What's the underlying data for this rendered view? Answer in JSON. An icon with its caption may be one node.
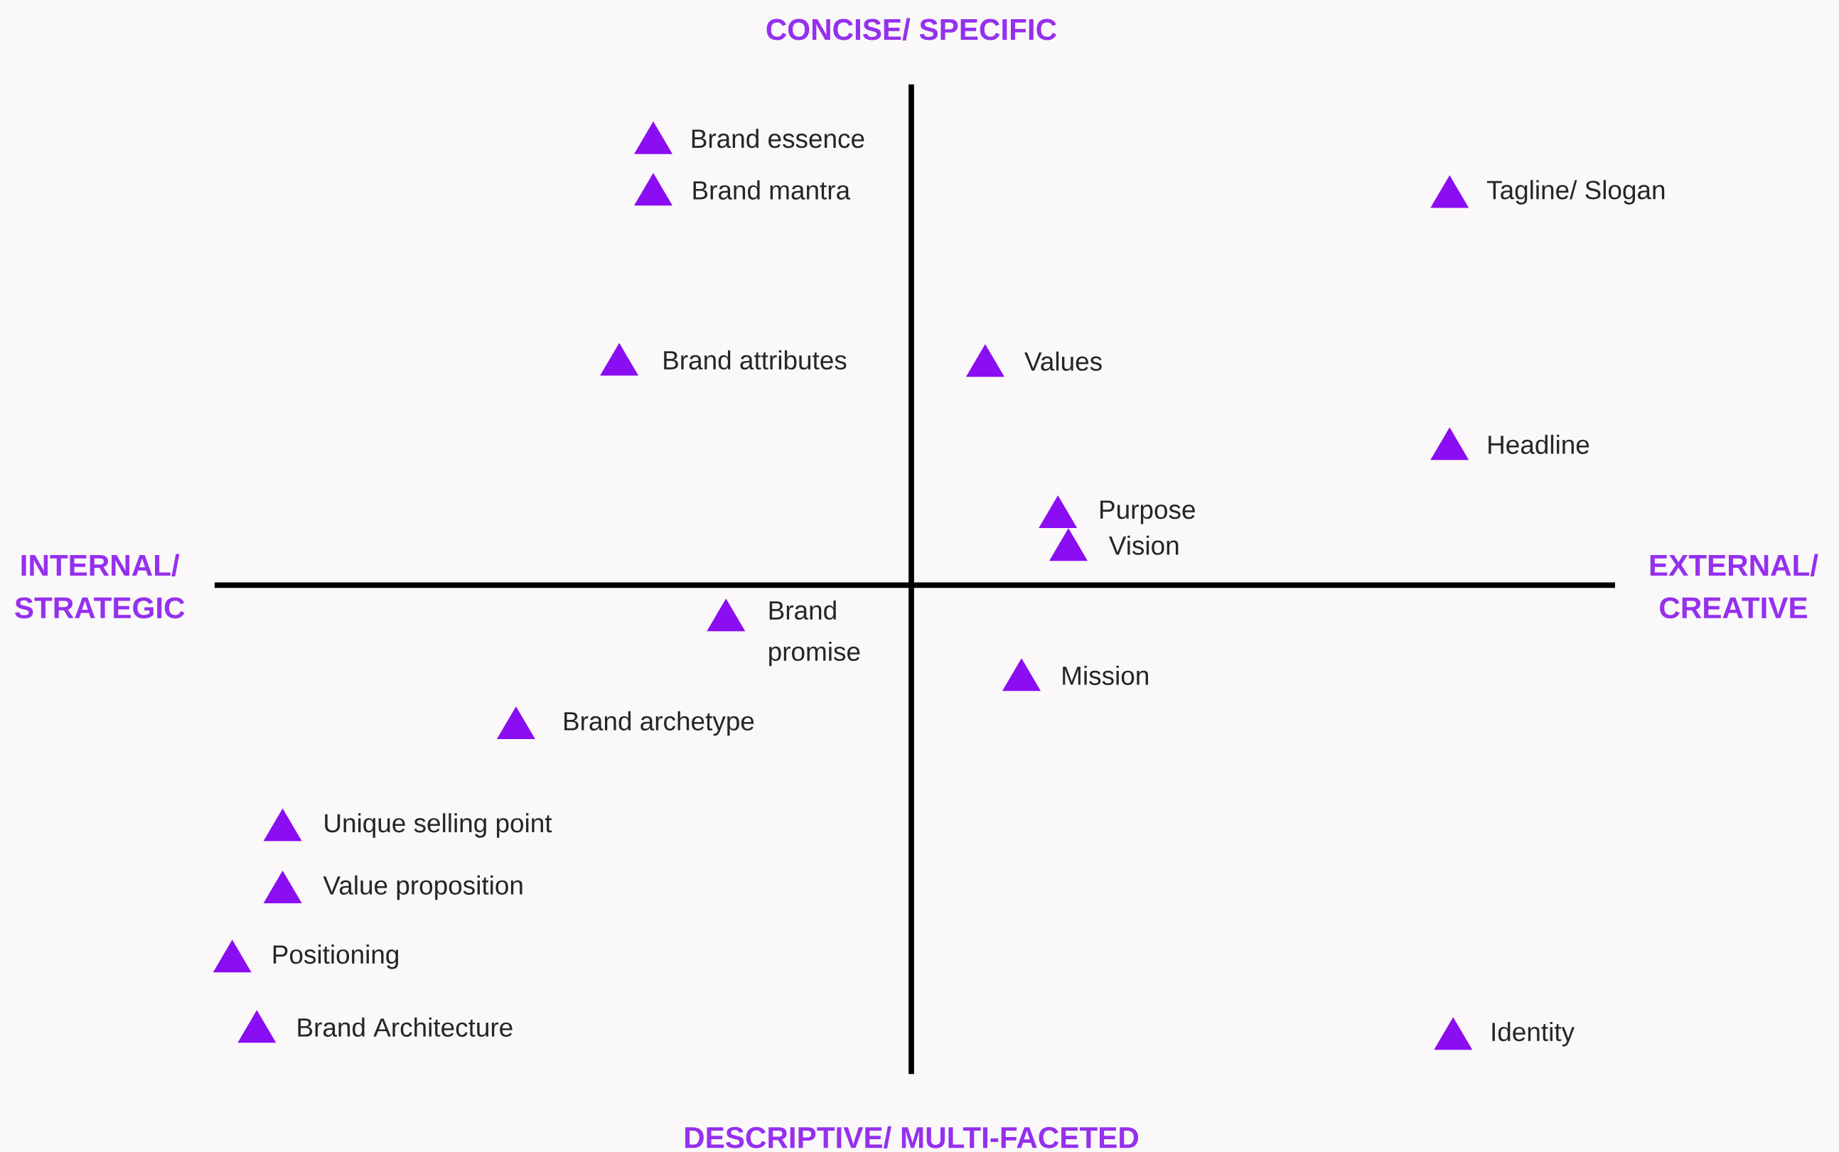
{
  "diagram": {
    "nodes": [
      {
        "text": [
          "Brand essence"
        ]
      },
      {
        "text": [
          "Brand mantra"
        ]
      },
      {
        "text": [
          "Tagline/ Slogan"
        ]
      },
      {
        "text": [
          "Brand attributes"
        ]
      },
      {
        "text": [
          "Values"
        ]
      },
      {
        "text": [
          "Headline"
        ]
      },
      {
        "text": [
          "Purpose"
        ]
      },
      {
        "text": [
          "Vision"
        ]
      },
      {
        "text": [
          "Brand promise"
        ]
      },
      {
        "text": [
          "Mission"
        ]
      },
      {
        "text": [
          "Brand archetype"
        ]
      },
      {
        "text": [
          "Unique selling point"
        ]
      },
      {
        "text": [
          "Value proposition"
        ]
      },
      {
        "text": [
          "Positioning"
        ]
      },
      {
        "text": [
          "Brand Architecture"
        ]
      },
      {
        "text": [
          "Identity"
        ]
      }
    ],
    "labels": [
      "CONCISE/ SPECIFIC",
      "INTERNAL/ STRATEGIC",
      "EXTERNAL/ CREATIVE",
      "DESCRIPTIVE/ MULTI-FACETED"
    ]
  }
}
